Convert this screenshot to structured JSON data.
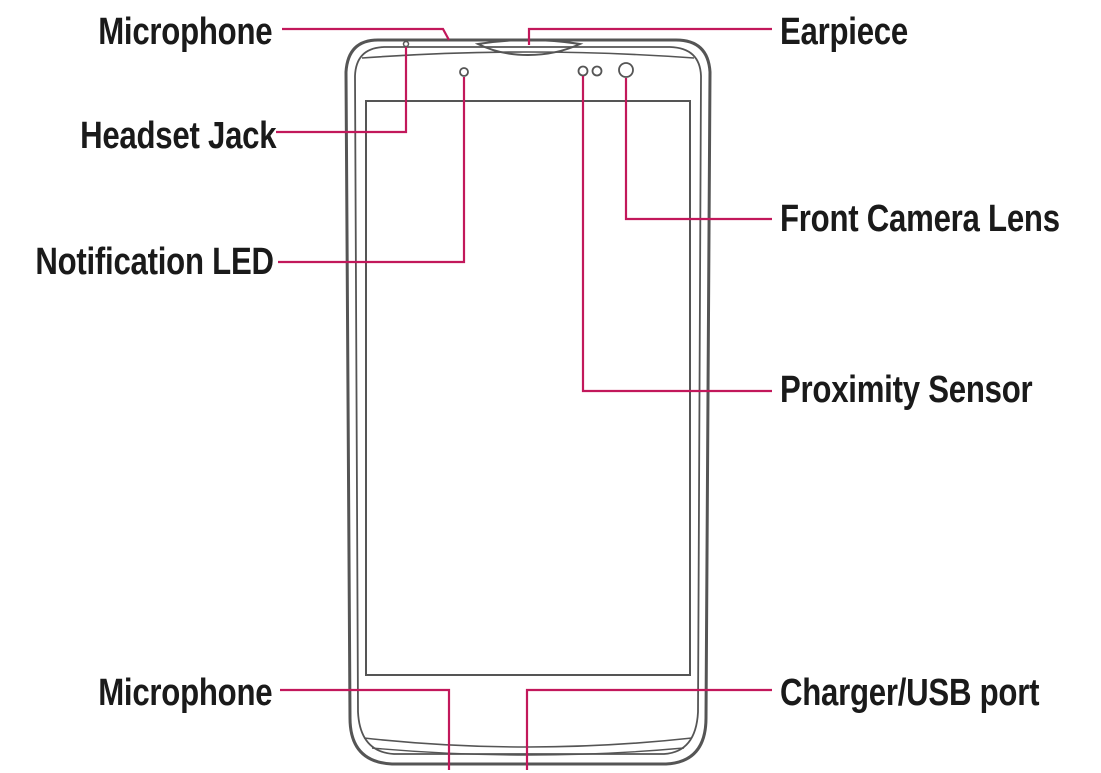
{
  "labels": {
    "microphone_top": "Microphone",
    "headset_jack": "Headset Jack",
    "notification_led": "Notification LED",
    "microphone_bottom": "Microphone",
    "earpiece": "Earpiece",
    "front_camera_lens": "Front Camera Lens",
    "proximity_sensor": "Proximity Sensor",
    "charger_usb_port": "Charger/USB port"
  },
  "colors": {
    "callout_line": "#c2185b",
    "phone_outline": "#555555",
    "text": "#1a1a1a"
  }
}
